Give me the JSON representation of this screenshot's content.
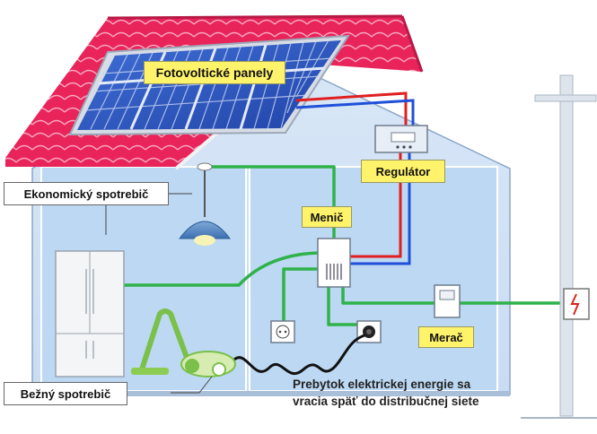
{
  "labels": {
    "panels": "Fotovoltické panely",
    "regulator": "Regulátor",
    "inverter": "Menič",
    "meter": "Merač",
    "economic": "Ekonomický spotrebič",
    "common": "Bežný  spotrebič",
    "surplus_line1": "Prebytok elektrickej energie sa",
    "surplus_line2": "vracia späť do distribučnej siete"
  }
}
